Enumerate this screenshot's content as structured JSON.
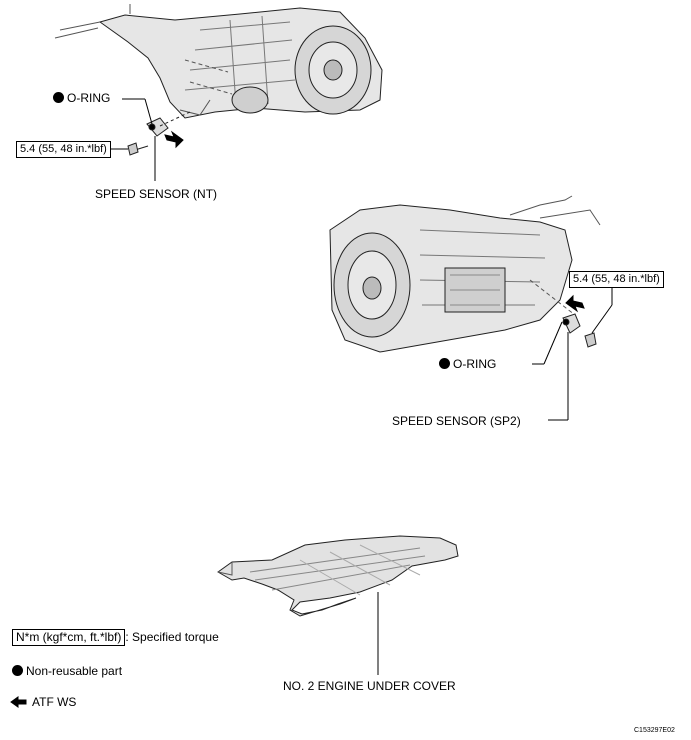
{
  "labels": {
    "oring_top": "O-RING",
    "torque_top": "5.4 (55, 48 in.*lbf)",
    "sensor_nt": "SPEED SENSOR (NT)",
    "torque_right": "5.4 (55, 48 in.*lbf)",
    "oring_right": "O-RING",
    "sensor_sp2": "SPEED SENSOR (SP2)",
    "under_cover": "NO. 2 ENGINE UNDER COVER"
  },
  "legend": {
    "torque_box": "N*m (kgf*cm, ft.*lbf)",
    "torque_text": ": Specified torque",
    "nonreusable": "Non-reusable part",
    "atf": "ATF WS"
  },
  "figure_code": "C153297E02"
}
